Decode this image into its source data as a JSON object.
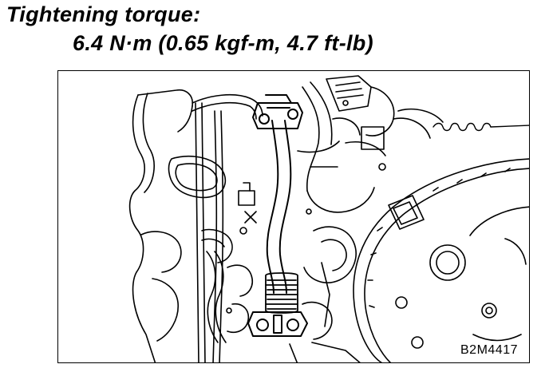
{
  "torque": {
    "heading": "Tightening torque:",
    "value": "6.4 N·m (0.65 kgf-m, 4.7 ft-lb)"
  },
  "figure": {
    "code": "B2M4417",
    "style": "black-and-white line drawing"
  }
}
